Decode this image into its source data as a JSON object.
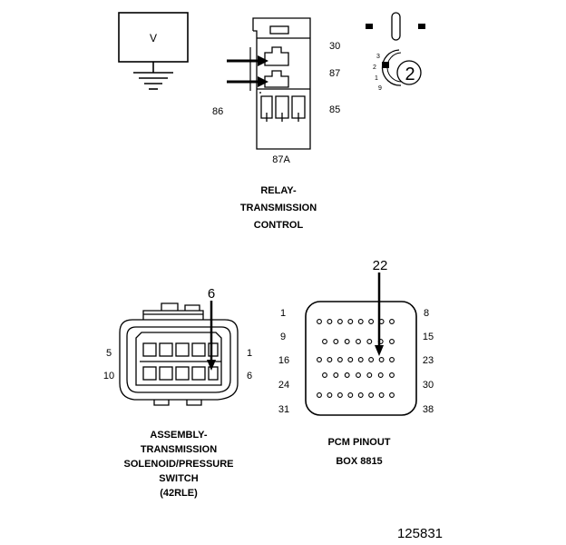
{
  "meter": {
    "label": "V"
  },
  "relay": {
    "pins": {
      "p30": "30",
      "p87": "87",
      "p86": "86",
      "p85": "85",
      "p87a": "87A"
    },
    "caption": [
      "RELAY-",
      "TRANSMISSION",
      "CONTROL"
    ]
  },
  "probe": {
    "number": "2",
    "positions": [
      "3",
      "2",
      "1",
      "9"
    ]
  },
  "solenoid": {
    "pin_callout": "6",
    "left_top": "5",
    "left_bottom": "10",
    "right_top": "1",
    "right_bottom": "6",
    "caption": [
      "ASSEMBLY-",
      "TRANSMISSION",
      "SOLENOID/PRESSURE",
      "SWITCH",
      "(42RLE)"
    ]
  },
  "pcm": {
    "pin_callout": "22",
    "left_labels": [
      "1",
      "9",
      "16",
      "24",
      "31"
    ],
    "right_labels": [
      "8",
      "15",
      "23",
      "30",
      "38"
    ],
    "caption": [
      "PCM PINOUT",
      "BOX 8815"
    ]
  },
  "figure_id": "125831"
}
